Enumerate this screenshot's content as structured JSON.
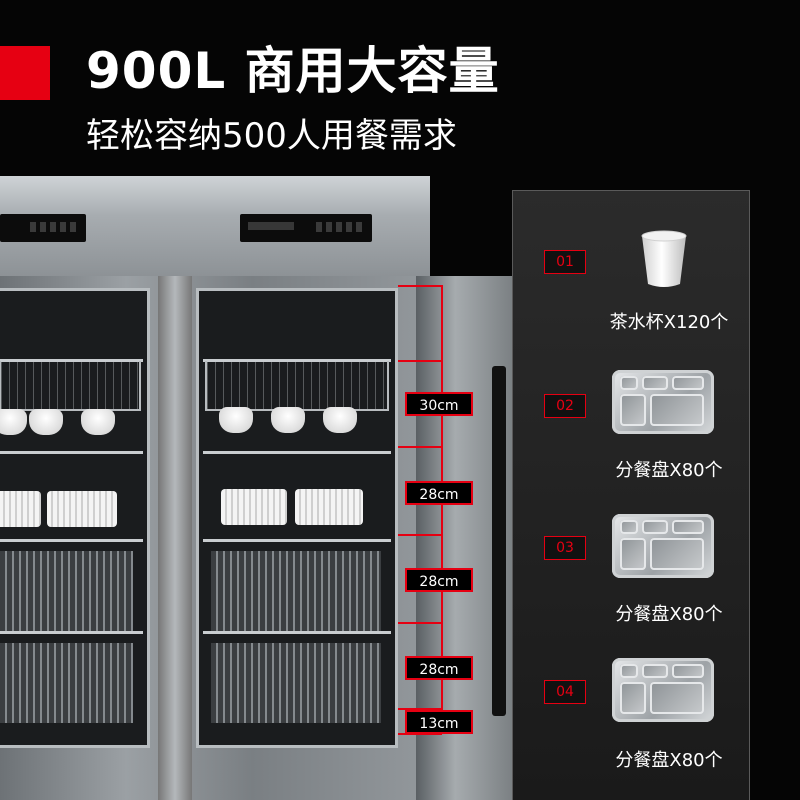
{
  "header": {
    "title": "900L 商用大容量",
    "subtitle": "轻松容纳500人用餐需求"
  },
  "colors": {
    "accent": "#e60012",
    "text": "#ffffff",
    "background": "#050505"
  },
  "dimensions": [
    "30cm",
    "28cm",
    "28cm",
    "28cm",
    "13cm"
  ],
  "capacity": {
    "items": [
      {
        "num": "01",
        "icon": "cup-icon",
        "label": "茶水杯X120个"
      },
      {
        "num": "02",
        "icon": "tray-icon",
        "label": "分餐盘X80个"
      },
      {
        "num": "03",
        "icon": "tray-icon",
        "label": "分餐盘X80个"
      },
      {
        "num": "04",
        "icon": "tray-icon",
        "label": "分餐盘X80个"
      }
    ]
  }
}
